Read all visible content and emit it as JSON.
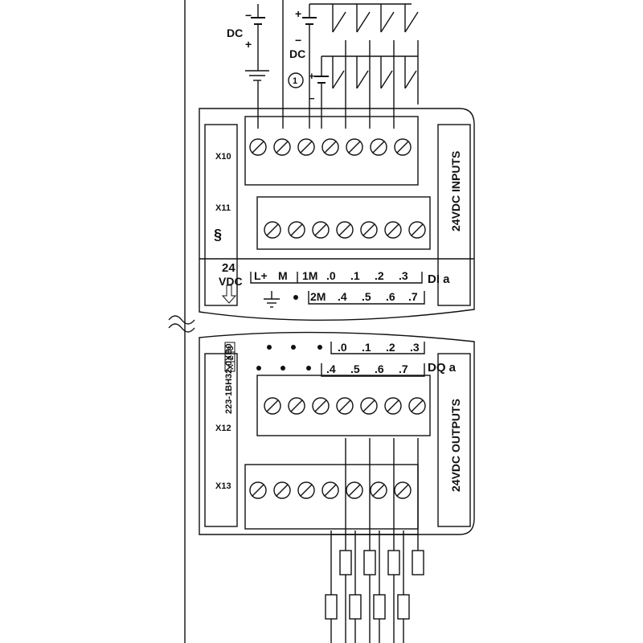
{
  "supply": {
    "dc_top": "DC",
    "dc_bottom": "DC",
    "minus": "−",
    "plus": "+",
    "note_number": "1"
  },
  "top_module": {
    "connector_x10": "X10",
    "connector_x11": "X11",
    "side_label": "24VDC INPUTS",
    "power_label_line1": "24",
    "power_label_line2": "VDC",
    "terminals_top": [
      "L+",
      "M",
      "1M",
      ".0",
      ".1",
      ".2",
      ".3"
    ],
    "terminals_bottom": [
      "2M",
      ".4",
      ".5",
      ".6",
      ".7"
    ],
    "group_label": "DI a"
  },
  "bottom_module": {
    "part_number": "223-1BH32-0XB0",
    "version_boxes": [
      "X",
      "2",
      "3"
    ],
    "connector_x12": "X12",
    "connector_x13": "X13",
    "side_label": "24VDC OUTPUTS",
    "terminals_top": [
      ".0",
      ".1",
      ".2",
      ".3"
    ],
    "terminals_bottom": [
      ".4",
      ".5",
      ".6",
      ".7"
    ],
    "group_label": "DQ a"
  }
}
